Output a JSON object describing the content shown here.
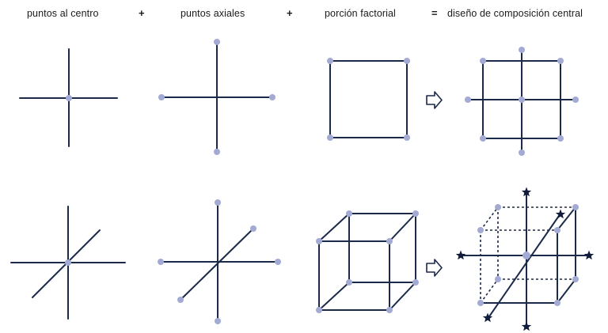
{
  "headers": {
    "center_points": "puntos al centro",
    "plus1": "+",
    "axial_points": "puntos axiales",
    "plus2": "+",
    "factorial_portion": "porción factorial",
    "equals": "=",
    "ccd": "diseño de composición central"
  },
  "colors": {
    "line": "#1c2a4a",
    "point": "#a3aad4",
    "star": "#111c3a"
  },
  "icons": {
    "arrow": "hollow-right-arrow-icon",
    "star": "star-icon"
  }
}
